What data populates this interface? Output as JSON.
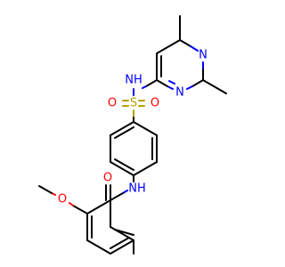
{
  "molecule": {
    "atoms": {
      "pyrimidine_n1": "N",
      "pyrimidine_n3": "N",
      "nh_top": "NH",
      "sulfur": "S",
      "sulfonyl_o_left": "O",
      "sulfonyl_o_right": "O",
      "nh_amide": "NH",
      "carbonyl_o": "O",
      "methoxy_o": "O"
    },
    "colors": {
      "carbon_bond": "#000000",
      "nitrogen": "#0000ff",
      "oxygen": "#ff0000",
      "sulfur": "#b5a100"
    }
  }
}
